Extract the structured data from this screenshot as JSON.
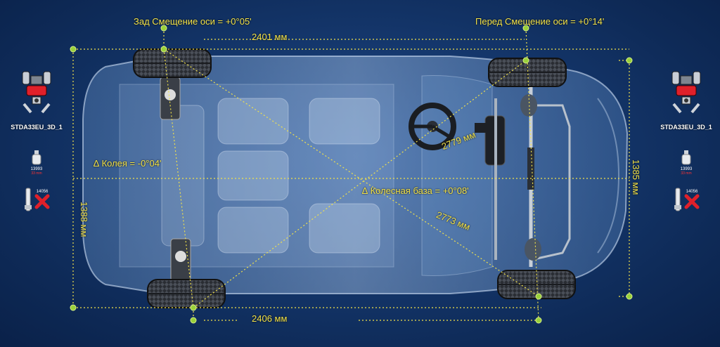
{
  "labels": {
    "rear_axle_offset": "Зад  Смещение оси = +0°05'",
    "front_axle_offset": "Перед Смещение оси = +0°14'",
    "top_distance": "2401 мм",
    "bottom_distance": "2406 мм",
    "left_track": "1388 мм",
    "right_track": "1385 мм",
    "track_delta": "∆ Колея = -0°04'",
    "wheelbase_delta": "∆ Колесная база = +0°08'",
    "diag_upper": "2779 мм",
    "diag_lower": "2773 мм"
  },
  "left_panel": {
    "name": "STDA33EU_3D_1",
    "sensor_id": "13993",
    "sensor_sub": "33 mm",
    "clamp_id": "14056"
  },
  "right_panel": {
    "name": "STDA33EU_3D_1",
    "sensor_id": "13993",
    "sensor_sub": "33 mm",
    "clamp_id": "14056"
  },
  "colors": {
    "background": "#0e2a57",
    "measure": "#f2e24a",
    "marker": "#9ad13a",
    "error": "#e0202a"
  }
}
